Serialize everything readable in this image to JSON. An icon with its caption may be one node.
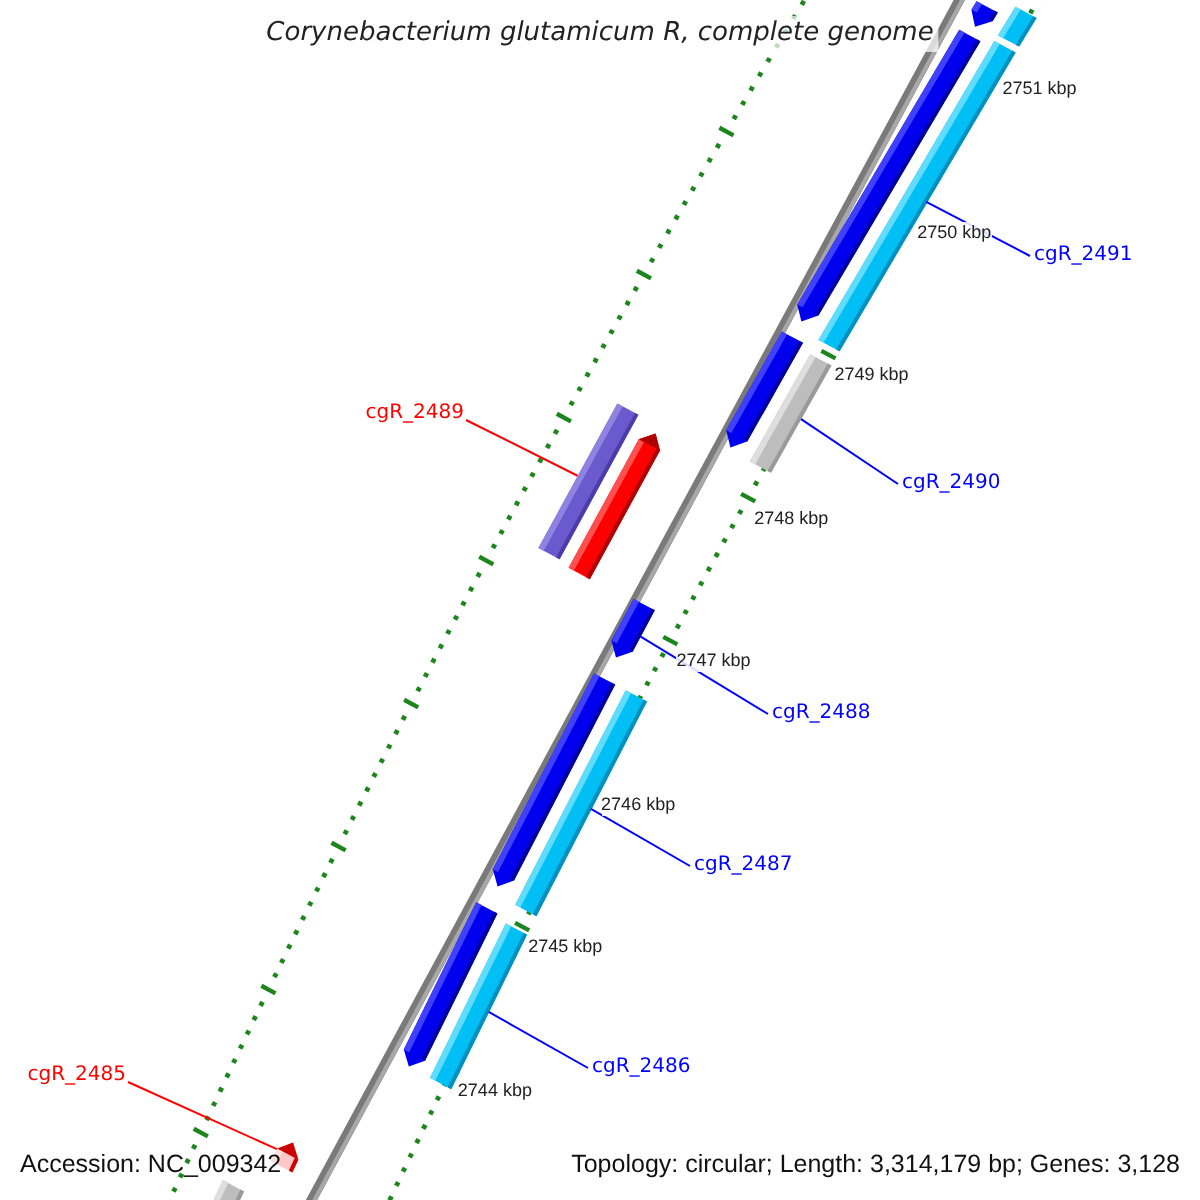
{
  "diagram": {
    "title": "Corynebacterium glutamicum R, complete genome",
    "nodes": [
      {
        "text": [],
        "shape": "bar"
      },
      {
        "text": [],
        "shape": "bar"
      },
      {
        "text": [],
        "shape": "bar"
      },
      {
        "text": [],
        "shape": "bar"
      },
      {
        "text": [
          "cgR_2491"
        ]
      },
      {
        "text": [],
        "shape": "bar"
      },
      {
        "text": [],
        "shape": "bar"
      },
      {
        "text": [],
        "shape": "bar"
      },
      {
        "text": [],
        "shape": "bar"
      },
      {
        "text": [
          "cgR_2489"
        ]
      },
      {
        "text": [
          "cgR_2490"
        ]
      },
      {
        "text": [],
        "shape": "bar"
      },
      {
        "text": [
          "cgR_2488"
        ]
      },
      {
        "text": [],
        "shape": "bar"
      },
      {
        "text": [],
        "shape": "bar"
      },
      {
        "text": [
          "cgR_2487"
        ]
      },
      {
        "text": [],
        "shape": "bar"
      },
      {
        "text": [],
        "shape": "bar"
      },
      {
        "text": [
          "cgR_2486"
        ]
      },
      {
        "text": [
          "cgR_2485"
        ]
      },
      {
        "text": [],
        "shape": "bar"
      },
      {
        "text": [],
        "shape": "bar"
      }
    ],
    "edges": [
      {
        "from": 4,
        "to": 3,
        "arrow": "none"
      },
      {
        "from": 9,
        "to": 7,
        "arrow": "none",
        "color": "#ff0000"
      },
      {
        "from": 10,
        "to": 6,
        "arrow": "none"
      },
      {
        "from": 12,
        "to": 11,
        "arrow": "none"
      },
      {
        "from": 15,
        "to": 14,
        "arrow": "none"
      },
      {
        "from": 18,
        "to": 17,
        "arrow": "none"
      },
      {
        "from": 19,
        "to": 20,
        "arrow": "none",
        "color": "#ff0000"
      }
    ],
    "labels": [
      "2751 kbp",
      "2750 kbp",
      "2749 kbp",
      "2748 kbp",
      "2747 kbp",
      "2746 kbp",
      "2745 kbp",
      "2744 kbp",
      "Accession: NC_009342",
      "Topology: circular; Length: 3,314,179 bp; Genes: 3,128"
    ]
  }
}
